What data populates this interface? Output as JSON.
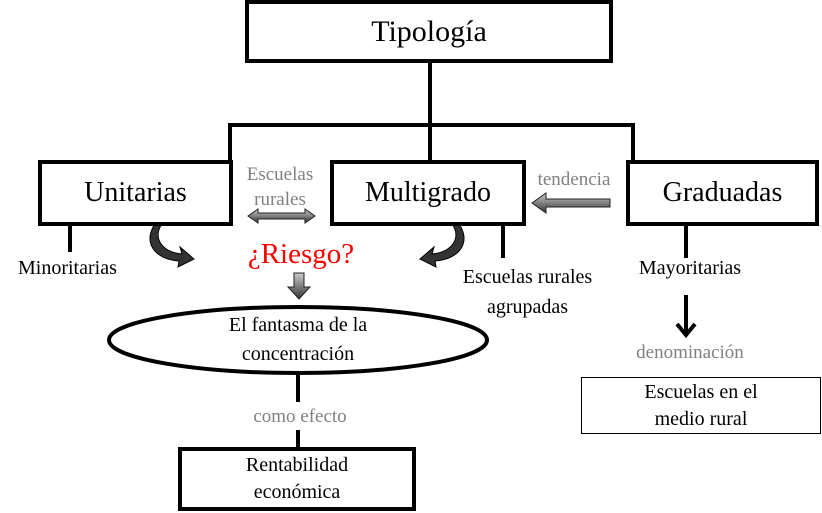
{
  "root": "Tipología",
  "categories": {
    "unitarias": "Unitarias",
    "multigrado": "Multigrado",
    "graduadas": "Graduadas"
  },
  "unitarias_note": "Minoritarias",
  "link_unit_multi": [
    "Escuelas",
    "rurales"
  ],
  "risk": "¿Riesgo?",
  "tendency": "tendencia",
  "multigrado_note": [
    "Escuelas rurales",
    "agrupadas"
  ],
  "graduadas_note": "Mayoritarias",
  "denomination": "denominación",
  "graduadas_result": [
    "Escuelas en el",
    "medio rural"
  ],
  "ellipse": [
    "El fantasma de la",
    "concentración"
  ],
  "effect": "como efecto",
  "result": [
    "Rentabilidad",
    "económica"
  ],
  "colors": {
    "risk": "#ff0000",
    "secondary": "#808080"
  }
}
